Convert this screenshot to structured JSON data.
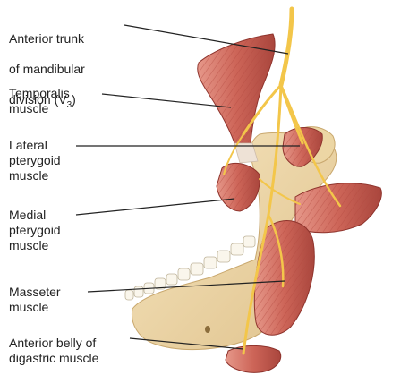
{
  "labels": {
    "trunk": {
      "line1": "Anterior trunk",
      "line2": "of mandibular",
      "line3_prefix": "division (V",
      "line3_sub": "3",
      "line3_suffix": ")"
    },
    "temporalis": "Temporalis\nmuscle",
    "lateral": "Lateral\npterygoid\nmuscle",
    "medial": "Medial\npterygoid\nmuscle",
    "masseter": "Masseter\nmuscle",
    "digastric": "Anterior belly of\ndigastric muscle"
  },
  "colors": {
    "bone": "#f1ddb0",
    "bone_shade": "#d9bd86",
    "muscle": "#cf6a5e",
    "muscle_dark": "#a8423a",
    "muscle_light": "#e9a093",
    "nerve": "#f4c84a",
    "leader_line": "#222222"
  }
}
